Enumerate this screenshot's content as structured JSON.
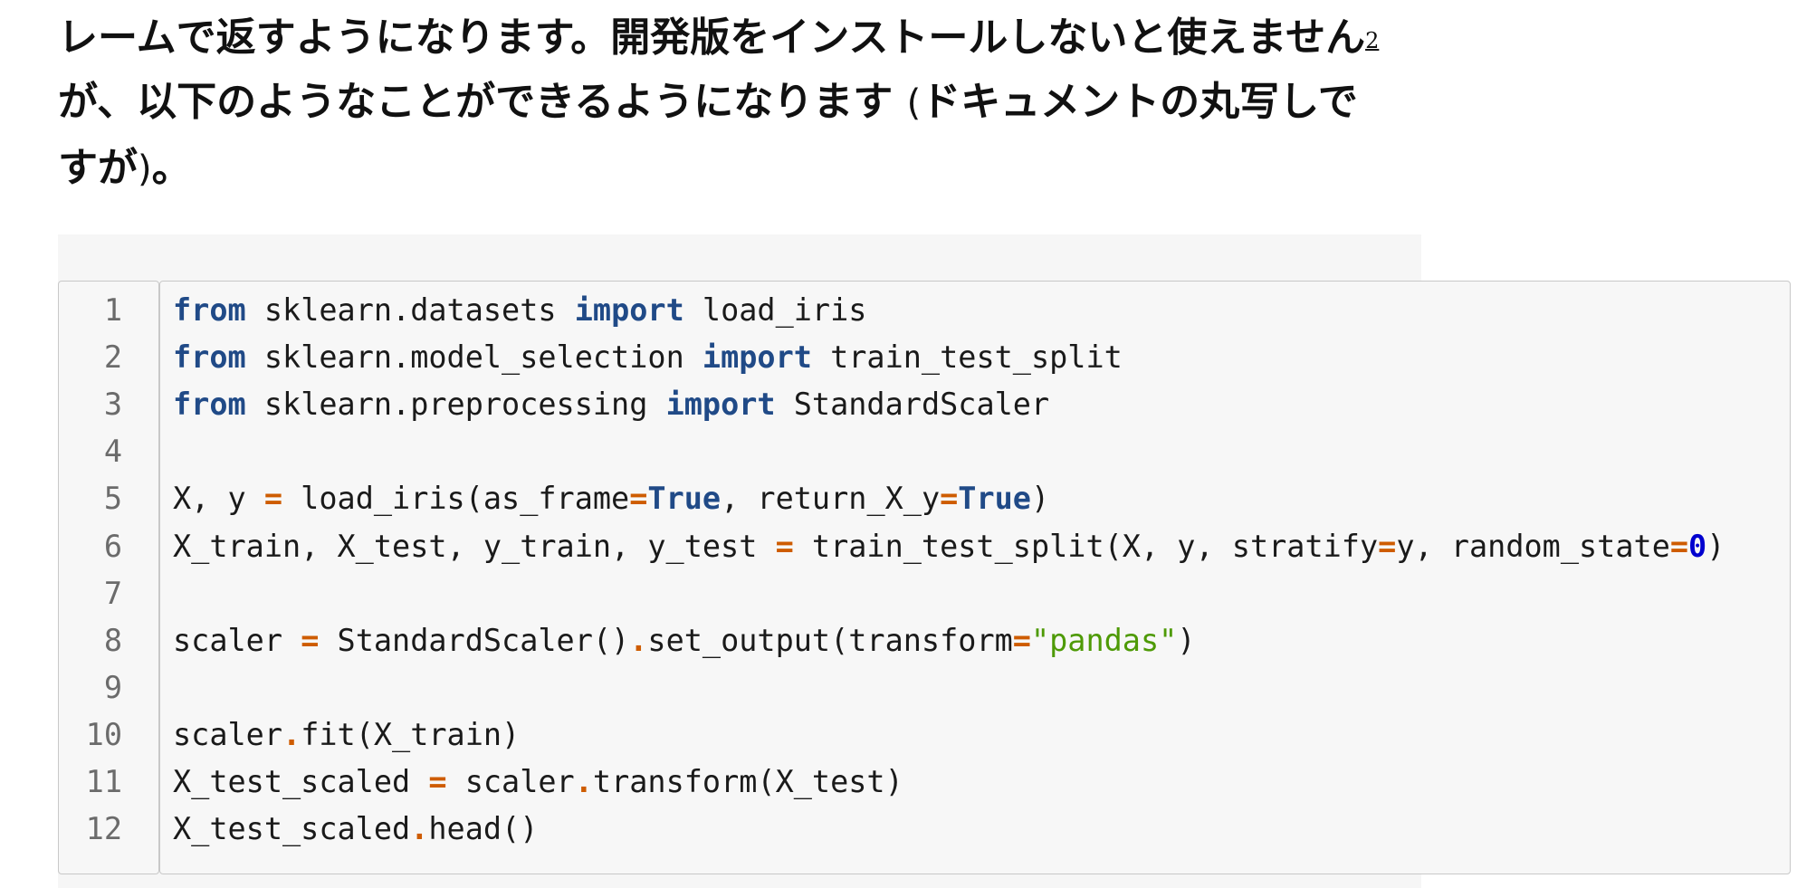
{
  "paragraph": {
    "line1": "レームで返すようになります。開発版をインストールしないと使えません",
    "footnote_ref": "2",
    "line2_main": "が、以下のようなことができるようになります",
    "line2_paren_open": "(",
    "line2_tail": "ドキュメントの丸写しで",
    "line3_main": "すが",
    "line3_paren_close": ")",
    "line3_end": "。"
  },
  "code": {
    "line_numbers": [
      "1",
      "2",
      "3",
      "4",
      "5",
      "6",
      "7",
      "8",
      "9",
      "10",
      "11",
      "12"
    ],
    "lines": [
      [
        {
          "t": "kw",
          "v": "from"
        },
        {
          "t": "p",
          "v": " sklearn.datasets "
        },
        {
          "t": "kw",
          "v": "import"
        },
        {
          "t": "p",
          "v": " load_iris"
        }
      ],
      [
        {
          "t": "kw",
          "v": "from"
        },
        {
          "t": "p",
          "v": " sklearn.model_selection "
        },
        {
          "t": "kw",
          "v": "import"
        },
        {
          "t": "p",
          "v": " train_test_split"
        }
      ],
      [
        {
          "t": "kw",
          "v": "from"
        },
        {
          "t": "p",
          "v": " sklearn.preprocessing "
        },
        {
          "t": "kw",
          "v": "import"
        },
        {
          "t": "p",
          "v": " StandardScaler"
        }
      ],
      [],
      [
        {
          "t": "p",
          "v": "X, y "
        },
        {
          "t": "op",
          "v": "="
        },
        {
          "t": "p",
          "v": " load_iris(as_frame"
        },
        {
          "t": "op",
          "v": "="
        },
        {
          "t": "kw",
          "v": "True"
        },
        {
          "t": "p",
          "v": ", return_X_y"
        },
        {
          "t": "op",
          "v": "="
        },
        {
          "t": "kw",
          "v": "True"
        },
        {
          "t": "p",
          "v": ")"
        }
      ],
      [
        {
          "t": "p",
          "v": "X_train, X_test, y_train, y_test "
        },
        {
          "t": "op",
          "v": "="
        },
        {
          "t": "p",
          "v": " train_test_split(X, y, stratify"
        },
        {
          "t": "op",
          "v": "="
        },
        {
          "t": "p",
          "v": "y, random_state"
        },
        {
          "t": "op",
          "v": "="
        },
        {
          "t": "num",
          "v": "0"
        },
        {
          "t": "p",
          "v": ")"
        }
      ],
      [],
      [
        {
          "t": "p",
          "v": "scaler "
        },
        {
          "t": "op",
          "v": "="
        },
        {
          "t": "p",
          "v": " StandardScaler()"
        },
        {
          "t": "op",
          "v": "."
        },
        {
          "t": "p",
          "v": "set_output(transform"
        },
        {
          "t": "op",
          "v": "="
        },
        {
          "t": "str",
          "v": "\"pandas\""
        },
        {
          "t": "p",
          "v": ")"
        }
      ],
      [],
      [
        {
          "t": "p",
          "v": "scaler"
        },
        {
          "t": "op",
          "v": "."
        },
        {
          "t": "p",
          "v": "fit(X_train)"
        }
      ],
      [
        {
          "t": "p",
          "v": "X_test_scaled "
        },
        {
          "t": "op",
          "v": "="
        },
        {
          "t": "p",
          "v": " scaler"
        },
        {
          "t": "op",
          "v": "."
        },
        {
          "t": "p",
          "v": "transform(X_test)"
        }
      ],
      [
        {
          "t": "p",
          "v": "X_test_scaled"
        },
        {
          "t": "op",
          "v": "."
        },
        {
          "t": "p",
          "v": "head()"
        }
      ]
    ]
  }
}
